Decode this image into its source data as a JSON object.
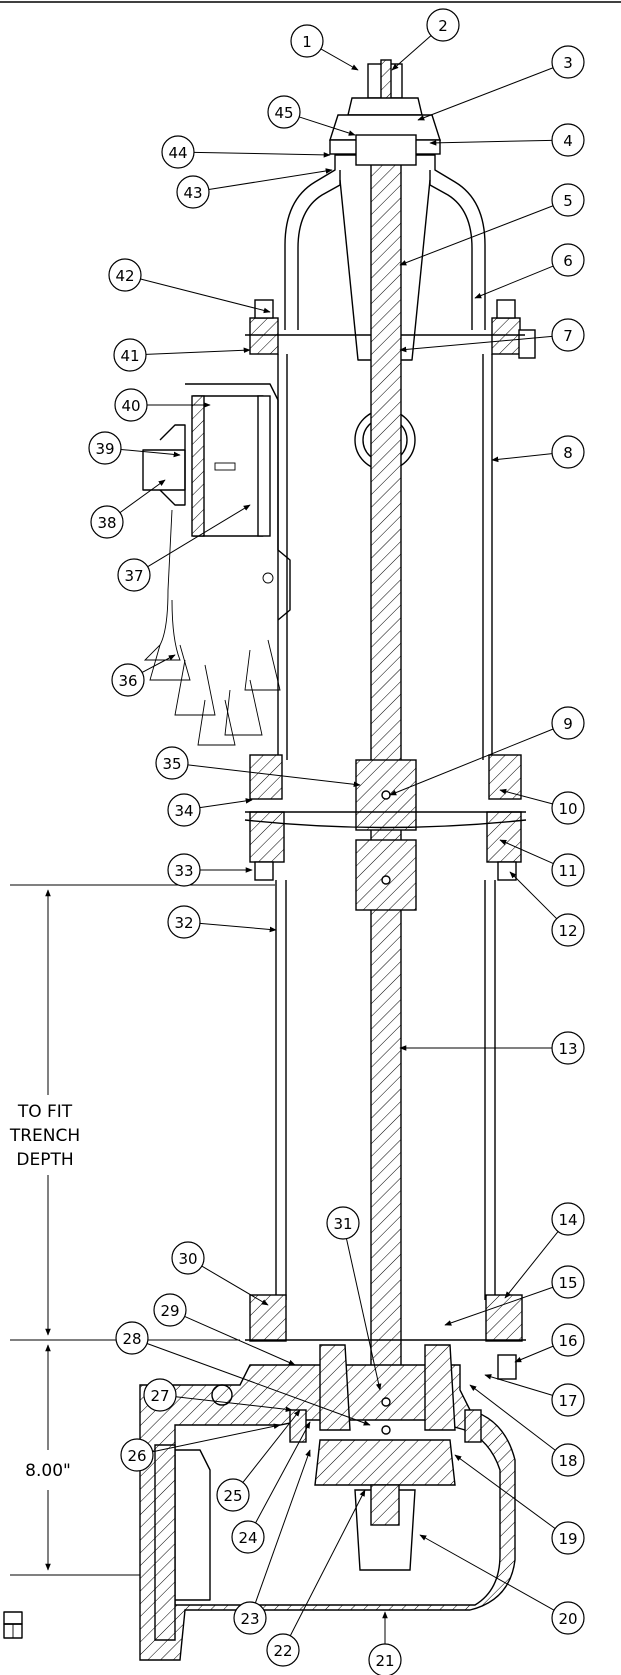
{
  "dimensions": {
    "trench_label": [
      "TO FIT",
      "TRENCH",
      "DEPTH"
    ],
    "bottom_length": "8.00\""
  },
  "callouts": [
    {
      "n": "1"
    },
    {
      "n": "2"
    },
    {
      "n": "3"
    },
    {
      "n": "4"
    },
    {
      "n": "5"
    },
    {
      "n": "6"
    },
    {
      "n": "7"
    },
    {
      "n": "8"
    },
    {
      "n": "9"
    },
    {
      "n": "10"
    },
    {
      "n": "11"
    },
    {
      "n": "12"
    },
    {
      "n": "13"
    },
    {
      "n": "14"
    },
    {
      "n": "15"
    },
    {
      "n": "16"
    },
    {
      "n": "17"
    },
    {
      "n": "18"
    },
    {
      "n": "19"
    },
    {
      "n": "20"
    },
    {
      "n": "21"
    },
    {
      "n": "22"
    },
    {
      "n": "23"
    },
    {
      "n": "24"
    },
    {
      "n": "25"
    },
    {
      "n": "26"
    },
    {
      "n": "27"
    },
    {
      "n": "28"
    },
    {
      "n": "29"
    },
    {
      "n": "30"
    },
    {
      "n": "31"
    },
    {
      "n": "32"
    },
    {
      "n": "33"
    },
    {
      "n": "34"
    },
    {
      "n": "35"
    },
    {
      "n": "36"
    },
    {
      "n": "37"
    },
    {
      "n": "38"
    },
    {
      "n": "39"
    },
    {
      "n": "40"
    },
    {
      "n": "41"
    },
    {
      "n": "42"
    },
    {
      "n": "43"
    },
    {
      "n": "44"
    },
    {
      "n": "45"
    }
  ]
}
